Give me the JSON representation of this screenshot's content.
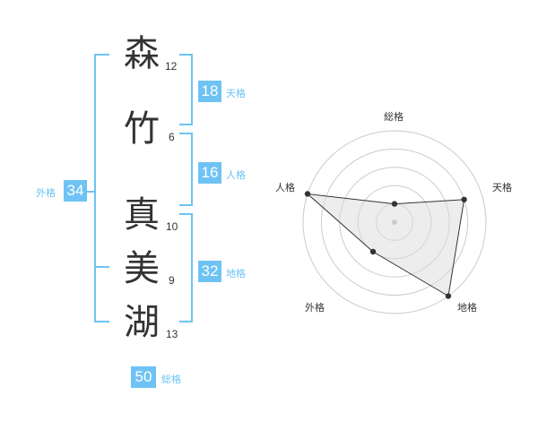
{
  "name": {
    "chars": [
      {
        "char": "森",
        "strokes": "12"
      },
      {
        "char": "竹",
        "strokes": "6"
      },
      {
        "char": "真",
        "strokes": "10"
      },
      {
        "char": "美",
        "strokes": "9"
      },
      {
        "char": "湖",
        "strokes": "13"
      }
    ]
  },
  "fortune": {
    "ten": {
      "value": "18",
      "label": "天格"
    },
    "jin": {
      "value": "16",
      "label": "人格"
    },
    "chi": {
      "value": "32",
      "label": "地格"
    },
    "gai": {
      "value": "34",
      "label": "外格"
    },
    "sou": {
      "value": "50",
      "label": "総格"
    }
  },
  "colors": {
    "accent": "#6ec3f4",
    "text": "#333333",
    "grid": "#cccccc",
    "fill": "#eeeeee"
  },
  "chart_data": {
    "type": "radar",
    "axes": [
      "総格",
      "天格",
      "地格",
      "外格",
      "人格"
    ],
    "values": [
      1,
      4,
      5,
      2,
      5
    ],
    "max": 5,
    "grid": true
  }
}
